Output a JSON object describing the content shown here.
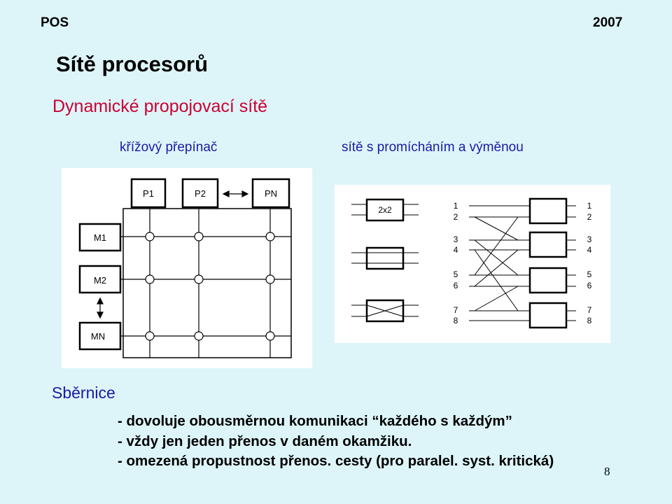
{
  "header": {
    "left": "POS",
    "right": "2007"
  },
  "title": "Sítě procesorů",
  "subtitle": "Dynamické propojovací sítě",
  "captions": {
    "left": "křížový přepínač",
    "right": "sítě s promícháním a výměnou"
  },
  "crossbar": {
    "processors": [
      "P1",
      "P2",
      "PN"
    ],
    "memories": [
      "M1",
      "M2",
      "MN"
    ]
  },
  "shuffle": {
    "switch_label": "2x2",
    "port_labels": [
      "1",
      "2",
      "3",
      "4",
      "5",
      "6",
      "7",
      "8"
    ]
  },
  "bus": {
    "title": "Sběrnice",
    "lines": [
      "- dovoluje obousměrnou komunikaci  “každého s každým”",
      "- vždy jen jeden přenos v daném okamžiku.",
      "- omezená propustnost přenos. cesty (pro paralel. syst. kritická)"
    ]
  },
  "page_number": "8",
  "colors": {
    "background": "#ddf5f9",
    "subtitle": "#cc0033",
    "blue_text": "#1a1aa6"
  }
}
